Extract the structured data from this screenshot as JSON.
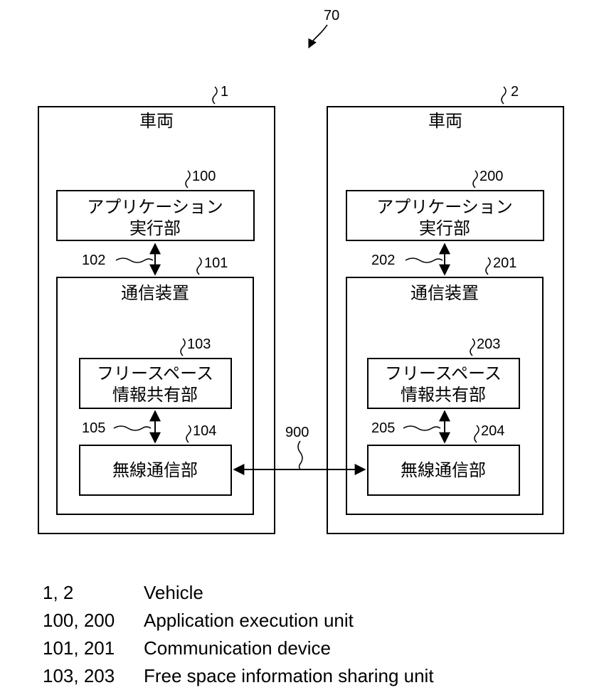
{
  "figure_ref": "70",
  "vehicles": [
    {
      "ref": "1",
      "label": "車両",
      "app": {
        "ref": "100",
        "line1": "アプリケーション",
        "line2": "実行部"
      },
      "link_app": "102",
      "comm": {
        "ref": "101",
        "label": "通信装置"
      },
      "share": {
        "ref": "103",
        "line1": "フリースペース",
        "line2": "情報共有部"
      },
      "link_share": "105",
      "radio": {
        "ref": "104",
        "label": "無線通信部"
      }
    },
    {
      "ref": "2",
      "label": "車両",
      "app": {
        "ref": "200",
        "line1": "アプリケーション",
        "line2": "実行部"
      },
      "link_app": "202",
      "comm": {
        "ref": "201",
        "label": "通信装置"
      },
      "share": {
        "ref": "203",
        "line1": "フリースペース",
        "line2": "情報共有部"
      },
      "link_share": "205",
      "radio": {
        "ref": "204",
        "label": "無線通信部"
      }
    }
  ],
  "wireless_link": "900",
  "legend": [
    {
      "ref": "1, 2",
      "text": "Vehicle"
    },
    {
      "ref": "100, 200",
      "text": "Application execution unit"
    },
    {
      "ref": "101, 201",
      "text": "Communication device"
    },
    {
      "ref": "103, 203",
      "text": "Free space information sharing unit"
    }
  ]
}
